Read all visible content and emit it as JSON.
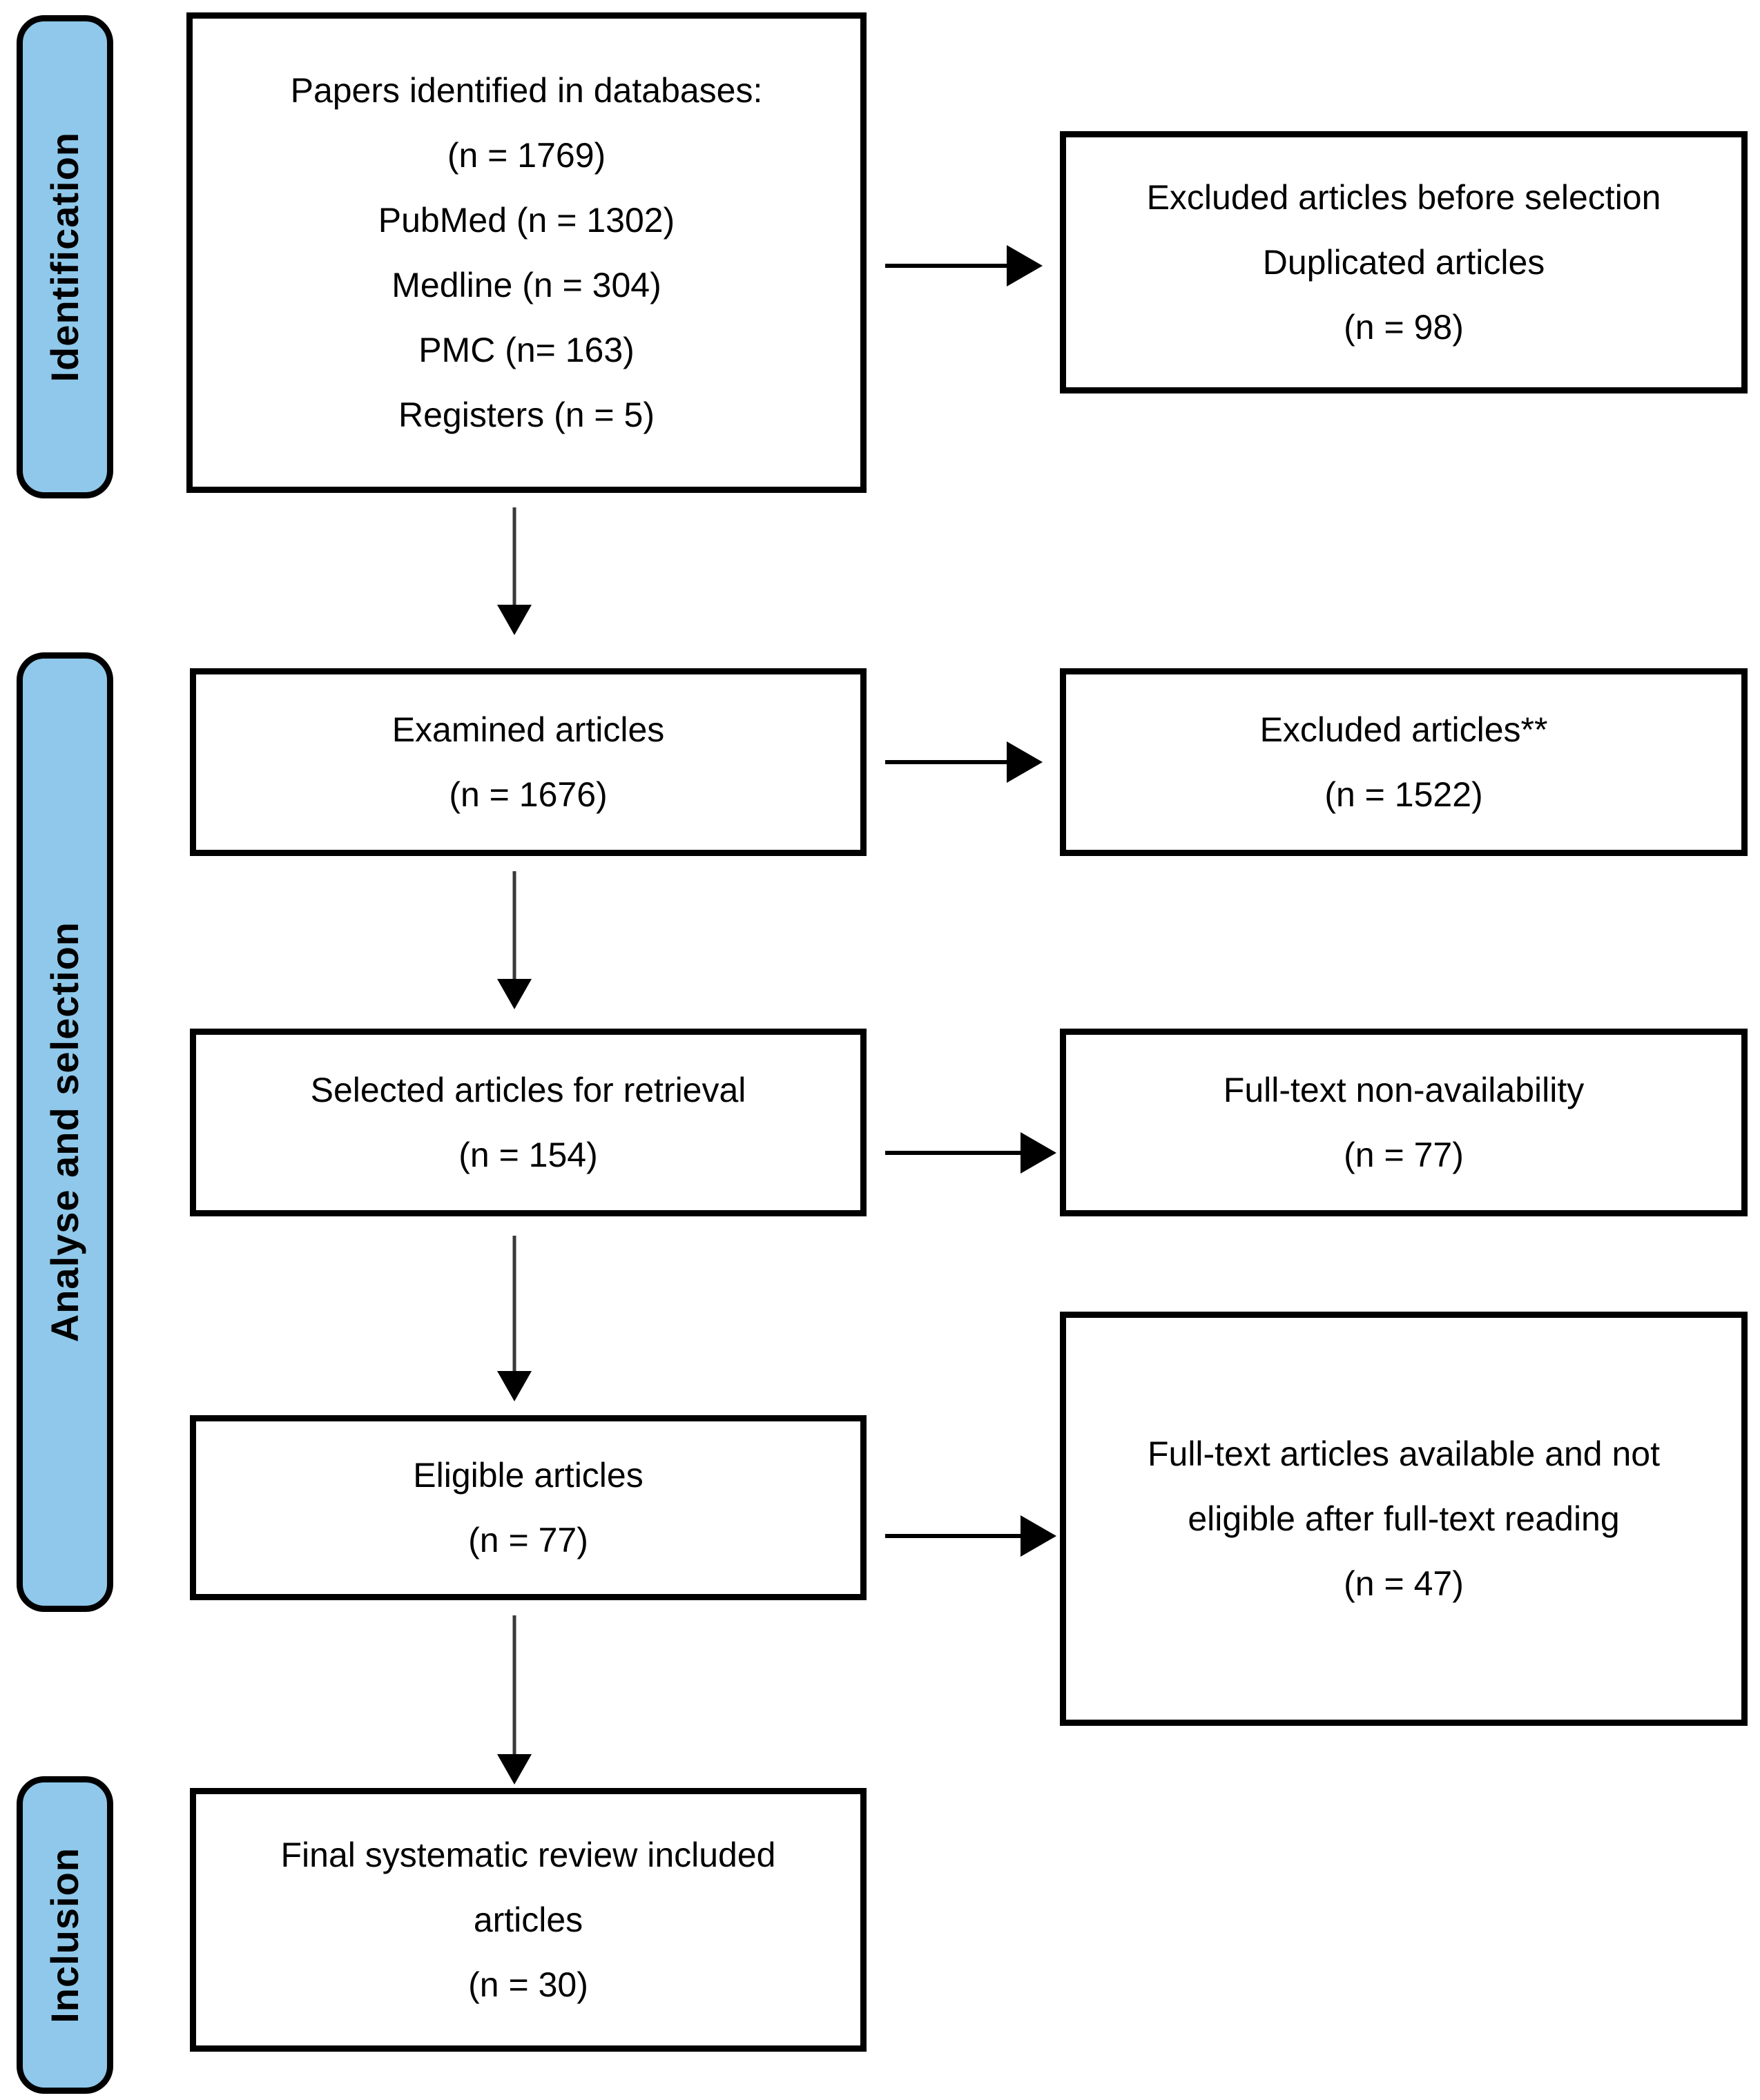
{
  "diagram": {
    "title": "PRISMA study selection flow diagram",
    "accent_blue": "#8FC8EA",
    "line_color": "#000000",
    "background": "#FFFFFF"
  },
  "stages": [
    {
      "label": "Identification"
    },
    {
      "label": "Analyse and selection"
    },
    {
      "label": "Inclusion"
    }
  ],
  "boxes": {
    "identified": {
      "lines": [
        "Papers identified in databases:",
        "(n = 1769)",
        "PubMed (n = 1302)",
        "Medline (n = 304)",
        "PMC (n= 163)",
        "Registers (n = 5)"
      ]
    },
    "excluded_before_selection": {
      "lines": [
        "Excluded articles before selection",
        "Duplicated articles",
        "(n = 98)"
      ]
    },
    "examined": {
      "lines": [
        "Examined articles",
        "(n = 1676)"
      ]
    },
    "excluded_screening": {
      "lines": [
        "Excluded articles**",
        "(n = 1522)"
      ]
    },
    "selected_for_retrieval": {
      "lines": [
        "Selected articles for retrieval",
        "(n = 154)"
      ]
    },
    "fulltext_not_available": {
      "lines": [
        "Full-text non-availability",
        "(n = 77)"
      ]
    },
    "eligible": {
      "lines": [
        "Eligible  articles",
        "(n = 77)"
      ]
    },
    "fulltext_not_eligible": {
      "lines": [
        "Full-text articles available and not",
        "eligible after full-text reading",
        "(n = 47)"
      ]
    },
    "final_included": {
      "lines": [
        "Final systematic review included",
        "articles",
        "(n = 30)"
      ]
    }
  },
  "arrows": {
    "identified_to_excluded": {
      "direction": "right"
    },
    "identified_to_examined": {
      "direction": "down"
    },
    "examined_to_excluded": {
      "direction": "right"
    },
    "examined_to_selected": {
      "direction": "down"
    },
    "selected_to_nonavail": {
      "direction": "right"
    },
    "selected_to_eligible": {
      "direction": "down"
    },
    "eligible_to_noteligible": {
      "direction": "right"
    },
    "eligible_to_final": {
      "direction": "down"
    }
  }
}
